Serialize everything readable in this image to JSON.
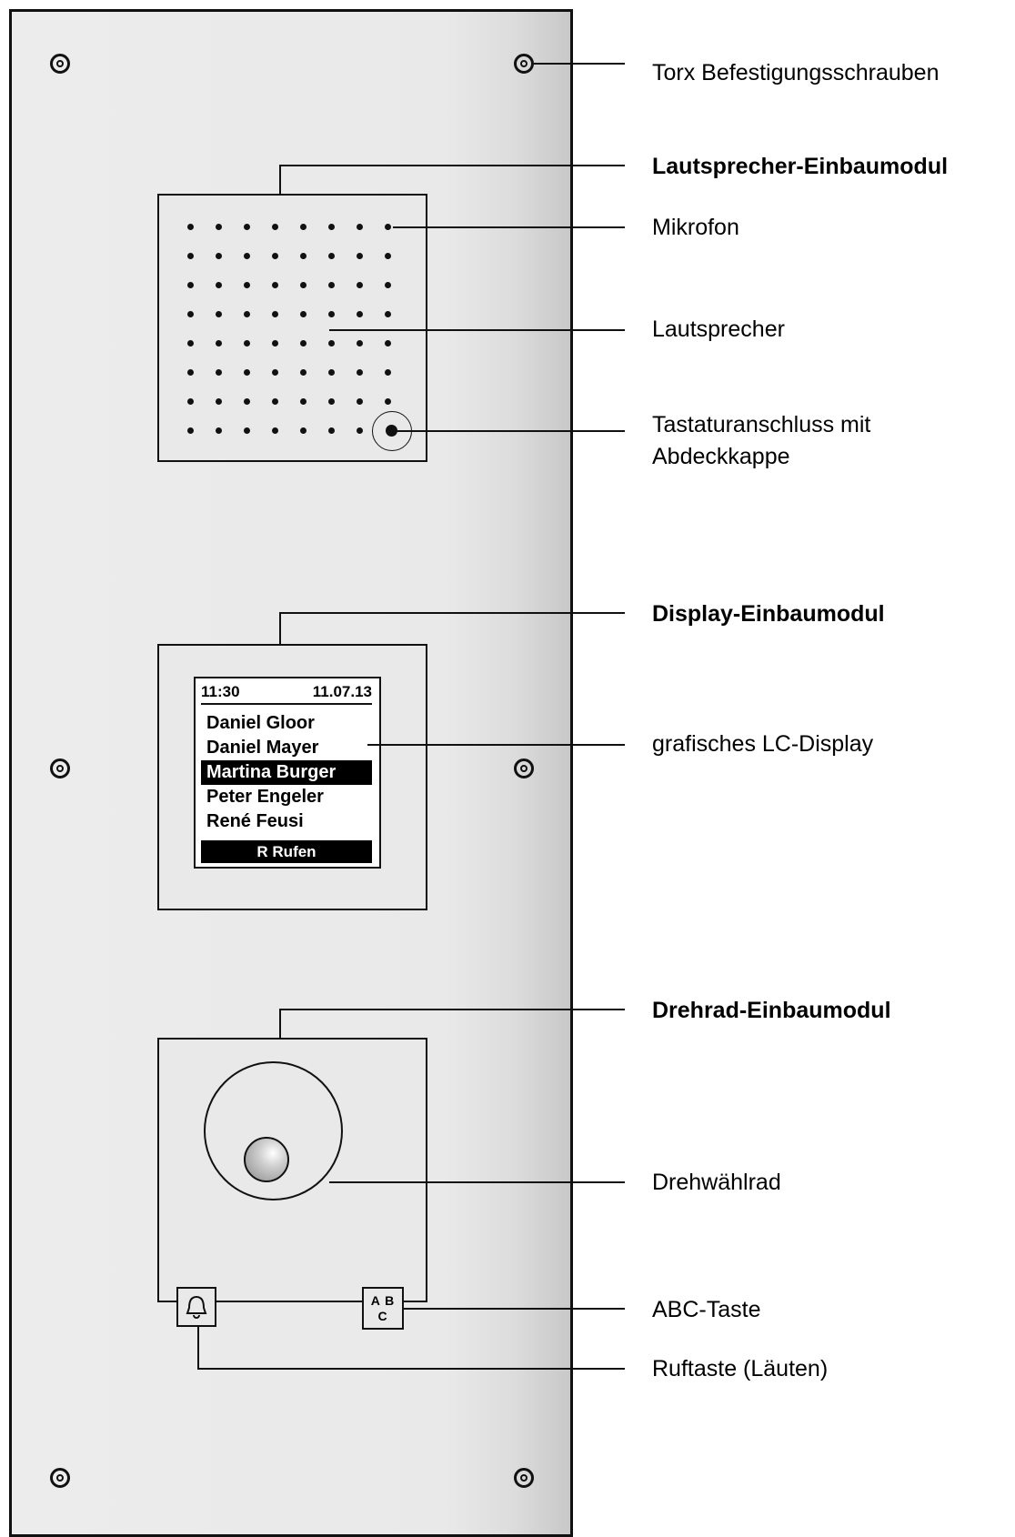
{
  "display": {
    "time": "11:30",
    "date": "11.07.13",
    "entries": [
      "Daniel Gloor",
      "Daniel Mayer",
      "Martina Burger",
      "Peter Engeler",
      "René Feusi"
    ],
    "selected_entry": "Martina Burger",
    "softkey": "R Rufen"
  },
  "abc_key": {
    "line1": "A B",
    "line2": "C"
  },
  "labels": {
    "screws": "Torx Befestigungsschrauben",
    "speaker_module": "Lautsprecher-Einbaumodul",
    "microphone": "Mikrofon",
    "speaker": "Lautsprecher",
    "keypad_jack_1": "Tastaturanschluss mit",
    "keypad_jack_2": "Abdeckkappe",
    "display_module": "Display-Einbaumodul",
    "lcd": "grafisches LC-Display",
    "wheel_module": "Drehrad-Einbaumodul",
    "wheel": "Drehwählrad",
    "abc_button": "ABC-Taste",
    "call_button": "Ruftaste (Läuten)"
  },
  "icons": {
    "call_button": "bell-icon",
    "screw": "screw-icon"
  }
}
